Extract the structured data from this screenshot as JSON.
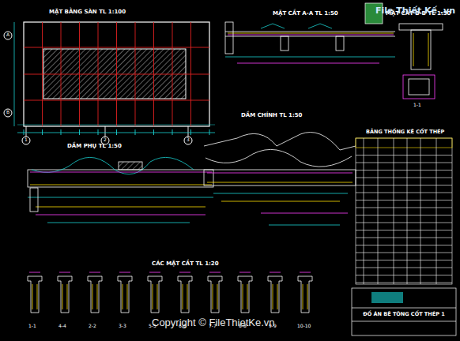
{
  "diagram": {
    "nodes": [
      {
        "text": [
          "File Thiết Kế .vn"
        ]
      },
      {
        "text": [
          "ĐỒ ÁN BÊ TÔNG CỐT THÉP 1"
        ]
      }
    ],
    "labels": [
      "MẶT BẰNG SÀN TL 1:100",
      "MẶT CẮT A-A TL 1:50",
      "MẶT CẮT B-B TL 1:50",
      "DẦM CHÍNH TL 1:50",
      "DẦM PHỤ TL 1:50",
      "CÁC MẶT CẮT TL 1:20",
      "BẢNG THỐNG KÊ CỐT THÉP",
      "Copyright © FileThietKe.vn",
      "1-1",
      "4-4",
      "2-2",
      "3-3",
      "5-5",
      "6-6",
      "7-7",
      "8-8",
      "9-9",
      "10-10",
      "1-1",
      "1",
      "2",
      "3",
      "A",
      "B"
    ]
  }
}
